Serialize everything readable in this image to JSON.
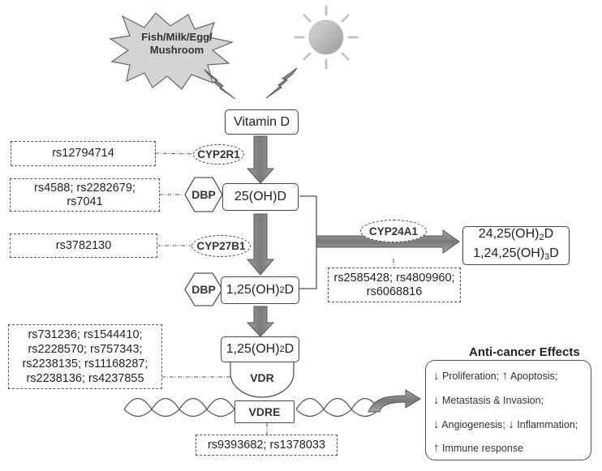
{
  "sources": {
    "food": [
      "Fish/Milk/Egg/",
      "Mushroom"
    ]
  },
  "compounds": {
    "vitamin_d": "Vitamin D",
    "d25": "25(OH)D",
    "d125_prefix": "1,25(OH)",
    "d125_sub": "2",
    "d125_suffix": "D",
    "metab1_prefix": "24,25(OH)",
    "metab1_sub": "2",
    "metab1_suffix": "D",
    "metab2_prefix": "1,24,25(OH)",
    "metab2_sub": "3",
    "metab2_suffix": "D"
  },
  "enzymes": {
    "cyp2r1": "CYP2R1",
    "cyp27b1": "CYP27B1",
    "cyp24a1": "CYP24A1"
  },
  "proteins": {
    "dbp": "DBP",
    "vdr": "VDR",
    "vdre": "VDRE"
  },
  "snps": {
    "cyp2r1": [
      "rs12794714"
    ],
    "dbp": [
      "rs4588; rs2282679;",
      "rs7041"
    ],
    "cyp27b1": [
      "rs3782130"
    ],
    "cyp24a1": [
      "rs2585428; rs4809960;",
      "rs6068816"
    ],
    "vdr": [
      "rs731236; rs1544410;",
      "rs2228570; rs757343;",
      "rs2238135; rs11168287;",
      "rs2238136; rs4237855"
    ],
    "vdre": [
      "rs9393682; rs1378033"
    ]
  },
  "effects": {
    "title": "Anti-cancer Effects",
    "proliferation": "Proliferation;",
    "apoptosis": "Apoptosis;",
    "metastasis": "Metastasis & Invasion;",
    "angiogenesis": "Angiogenesis;",
    "inflammation": "Inflammation;",
    "immune": "Immune response",
    "down_arrow": "↓",
    "up_arrow": "↑"
  }
}
